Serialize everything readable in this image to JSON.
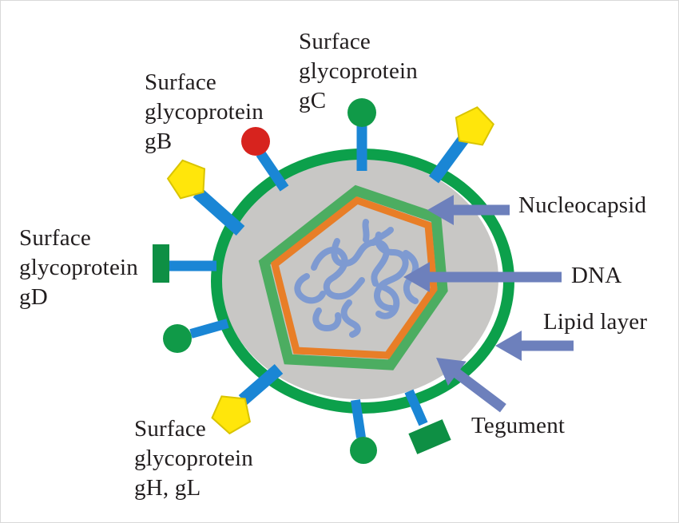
{
  "diagram": {
    "labels": {
      "gB": "Surface\nglycoprotein\ngB",
      "gC": "Surface\nglycoprotein\ngC",
      "gD": "Surface\nglycoprotein\ngD",
      "gHgL": "Surface\nglycoprotein\ngH, gL",
      "nucleocapsid": "Nucleocapsid",
      "dna": "DNA",
      "lipid_layer": "Lipid layer",
      "tegument": "Tegument"
    },
    "colors": {
      "lipid_ring_green": "#0ca04b",
      "capsid_green": "#4cad61",
      "capsid_orange": "#e87e27",
      "tegument_gray": "#c8c7c5",
      "stalk_blue": "#1a86d5",
      "tip_red": "#d7231e",
      "tip_green_circle": "#109a48",
      "tip_green_rect": "#0e8f44",
      "tip_yellow": "#ffe60b",
      "tip_yellow_edge": "#d9c400",
      "arrow_slate_blue": "#6d80bc",
      "dna_strand_blue": "#7e9ad1",
      "text_black": "#211d1e",
      "page_border": "#d9d9d9",
      "background": "#ffffff"
    }
  }
}
